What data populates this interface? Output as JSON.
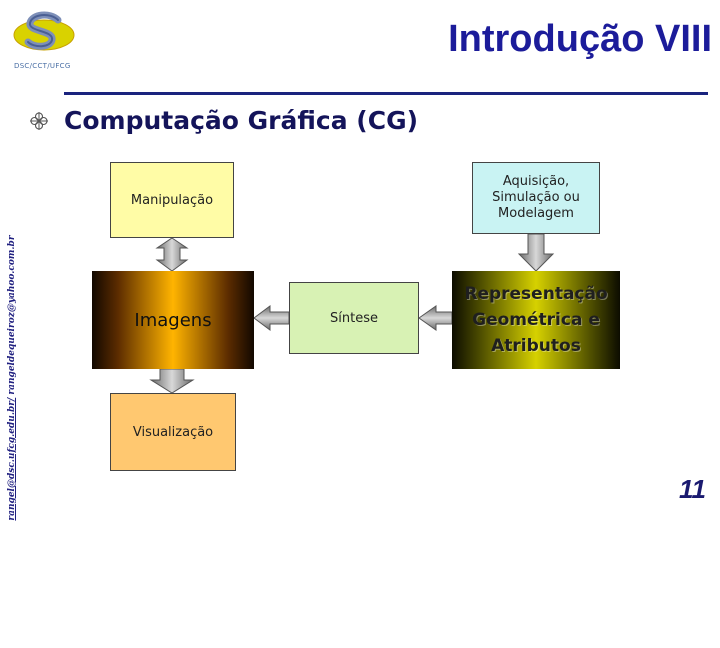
{
  "header": {
    "logo_caption": "DSC/CCT/UFCG",
    "title": "Introdução VIII"
  },
  "side_text": {
    "link": "rangel@dsc.ufcg.edu.br/",
    "email": " rangeldequeiroz@yahoo.com.br"
  },
  "content": {
    "bullet_icon": "quatrefoil-bullet-icon",
    "heading": "Computação Gráfica (CG)"
  },
  "diagram": {
    "manipulacao": "Manipulação",
    "aquisicao": "Aquisição, Simulação ou Modelagem",
    "imagens": "Imagens",
    "sintese": "Síntese",
    "representacao": "Representação Geométrica e Atributos",
    "visualizacao": "Visualização"
  },
  "footer": {
    "page_number": "11"
  },
  "colors": {
    "title": "#1c1c9a",
    "rule": "#1a237e",
    "manipulacao_fill": "#fffca6",
    "aquisicao_fill": "#c9f3f3",
    "sintese_fill": "#d8f2b4",
    "visualizacao_fill": "#ffc870"
  }
}
